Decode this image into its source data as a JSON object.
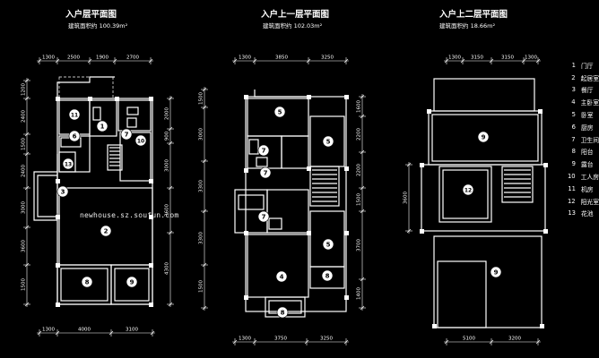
{
  "plans": [
    {
      "title": "入户层平面图",
      "area": "建筑面积约 100.39m²",
      "dims_top": [
        "1300",
        "2500",
        "1900",
        "2700"
      ],
      "dims_bottom": [
        "1300",
        "4000",
        "3100"
      ],
      "dims_left": [
        "1200",
        "2400",
        "1500",
        "2400",
        "3000",
        "3600",
        "1500"
      ],
      "dims_right": [
        "2000",
        "900",
        "3000",
        "3600",
        "4300"
      ],
      "rooms": [
        "11",
        "1",
        "6",
        "10",
        "7",
        "13",
        "3",
        "2",
        "8",
        "9"
      ]
    },
    {
      "title": "入户上一层平面图",
      "area": "建筑面积约 102.03m²",
      "dims_top": [
        "1300",
        "3850",
        "3250"
      ],
      "dims_bottom": [
        "1300",
        "3750",
        "3250"
      ],
      "dims_left": [
        "1500",
        "3000",
        "3300",
        "3300",
        "1500"
      ],
      "dims_right": [
        "1600",
        "2200",
        "2200",
        "1500",
        "3700",
        "1400"
      ],
      "rooms": [
        "5",
        "5",
        "7",
        "7",
        "7",
        "5",
        "4",
        "8",
        "8"
      ]
    },
    {
      "title": "入户上二层平面图",
      "area": "建筑面积约 18.66m²",
      "dims_top": [
        "1300",
        "3150",
        "3150",
        "1300"
      ],
      "dims_bottom": [
        "5100",
        "3200"
      ],
      "dims_left": [
        "3600"
      ],
      "dims_right": [],
      "rooms": [
        "9",
        "12",
        "9"
      ]
    }
  ],
  "legend": [
    {
      "num": "1",
      "label": "门厅"
    },
    {
      "num": "2",
      "label": "起居室"
    },
    {
      "num": "3",
      "label": "餐厅"
    },
    {
      "num": "4",
      "label": "主卧室"
    },
    {
      "num": "5",
      "label": "卧室"
    },
    {
      "num": "6",
      "label": "厨房"
    },
    {
      "num": "7",
      "label": "卫生间"
    },
    {
      "num": "8",
      "label": "阳台"
    },
    {
      "num": "9",
      "label": "露台"
    },
    {
      "num": "10",
      "label": "工人房"
    },
    {
      "num": "11",
      "label": "机房"
    },
    {
      "num": "12",
      "label": "阳光室"
    },
    {
      "num": "13",
      "label": "花池"
    }
  ],
  "watermark": "newhouse.sz.soufun.com"
}
